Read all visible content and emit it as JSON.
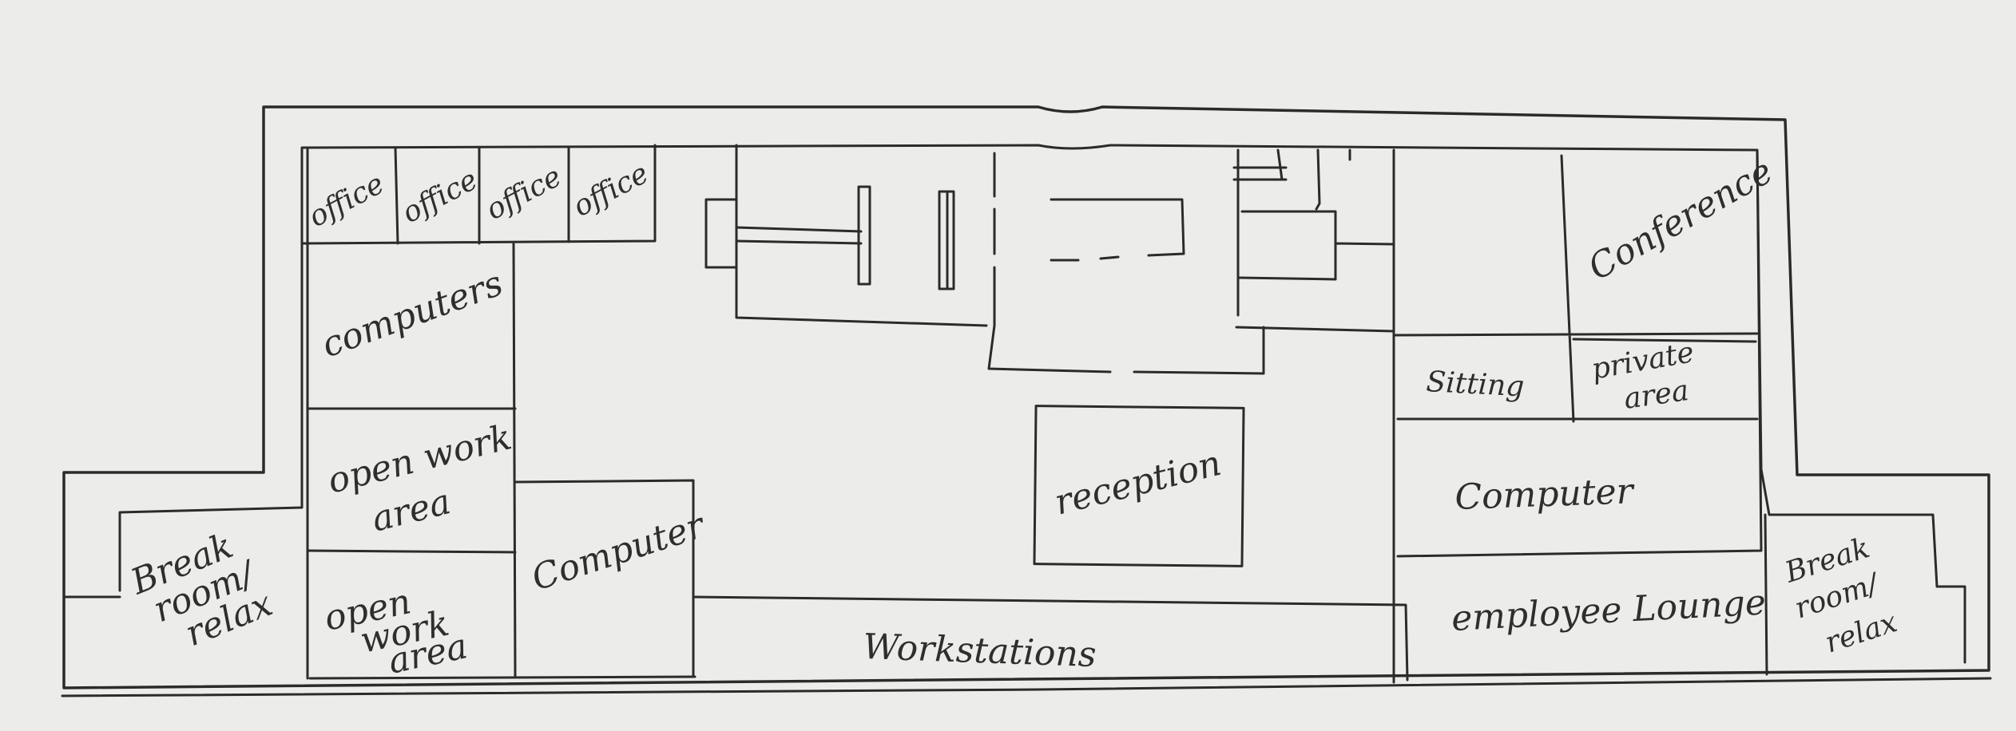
{
  "rooms": {
    "office_1": "office",
    "office_2": "office",
    "office_3": "office",
    "office_4": "office",
    "computers_top": "computers",
    "open_work_area_1": [
      "open work",
      "area"
    ],
    "open_work_area_2": [
      "open",
      "work",
      "area"
    ],
    "break_room_left": [
      "Break",
      "room/",
      "relax"
    ],
    "computer_left": "Computer",
    "workstations": "Workstations",
    "reception": "reception",
    "conference": "Conference",
    "sitting": "Sitting",
    "private_area": [
      "private",
      "area"
    ],
    "computer_right": "Computer",
    "employee_lounge": "employee Lounge",
    "break_room_right": [
      "Break",
      "room/",
      "relax"
    ]
  },
  "colors": {
    "paper": "#ececea",
    "ink": "#2b2b2b"
  }
}
